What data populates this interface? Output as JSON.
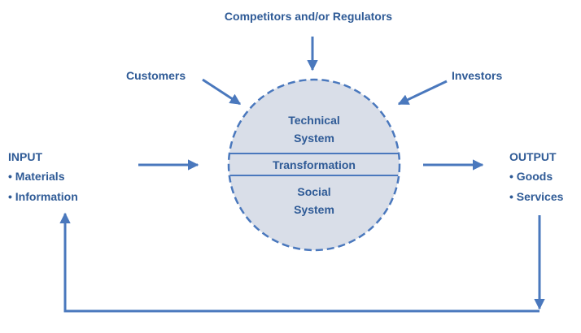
{
  "colors": {
    "accent": "#4a78bd",
    "text": "#2e5a96",
    "circle_fill": "#d9dee8"
  },
  "labels": {
    "top": "Competitors and/or Regulators",
    "left_influence": "Customers",
    "right_influence": "Investors"
  },
  "input": {
    "title": "INPUT",
    "items": [
      "• Materials",
      "• Information"
    ]
  },
  "output": {
    "title": "OUTPUT",
    "items": [
      "• Goods",
      "• Services"
    ]
  },
  "system": {
    "technical": [
      "Technical",
      "System"
    ],
    "transformation": "Transformation",
    "social": [
      "Social",
      "System"
    ]
  }
}
